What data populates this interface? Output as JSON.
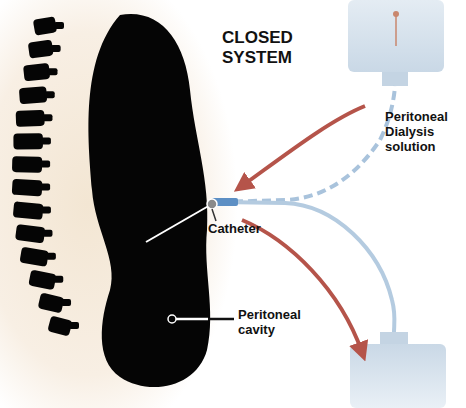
{
  "diagram": {
    "title": "CLOSED SYSTEM",
    "labels": [
      "Peritoneal Dialysis solution",
      "Catheter",
      "Peritoneal cavity"
    ]
  }
}
